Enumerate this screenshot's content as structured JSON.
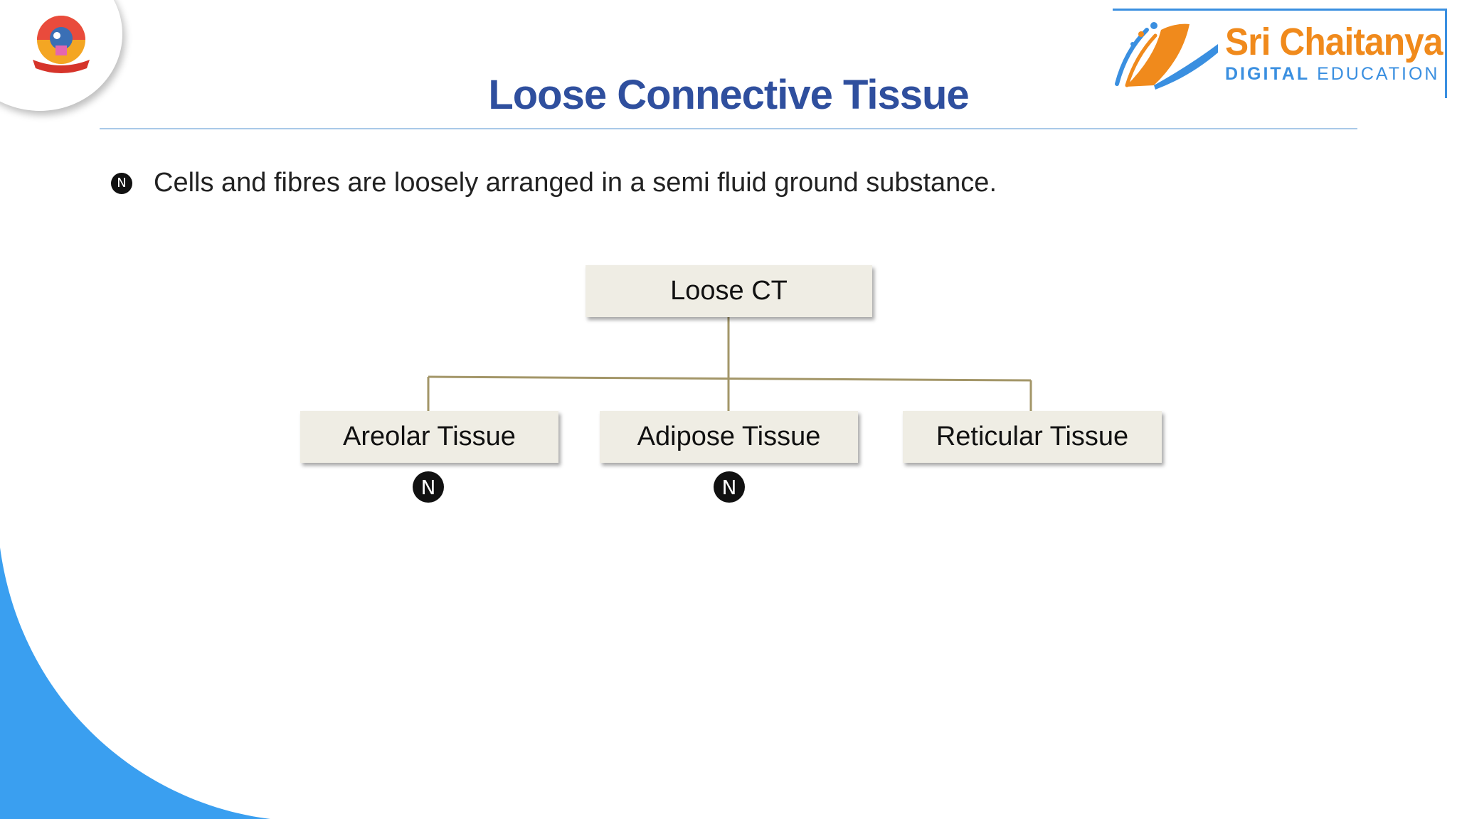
{
  "slide": {
    "title": "Loose Connective Tissue",
    "bullet": {
      "icon": "N",
      "text": "Cells and fibres are loosely arranged in a semi fluid ground substance."
    }
  },
  "brand": {
    "name": "Sri Chaitanya",
    "sub_bold": "DIGITAL",
    "sub_rest": " EDUCATION"
  },
  "diagram": {
    "root": "Loose CT",
    "children": [
      {
        "label": "Areolar Tissue",
        "note_badge": "N"
      },
      {
        "label": "Adipose Tissue",
        "note_badge": "N"
      },
      {
        "label": "Reticular Tissue",
        "note_badge": ""
      }
    ]
  },
  "colors": {
    "title": "#2f4f9e",
    "connector": "#a39668",
    "box_fill": "#efede4",
    "accent_blue": "#3a9ff0",
    "brand_orange": "#f08a1c"
  }
}
